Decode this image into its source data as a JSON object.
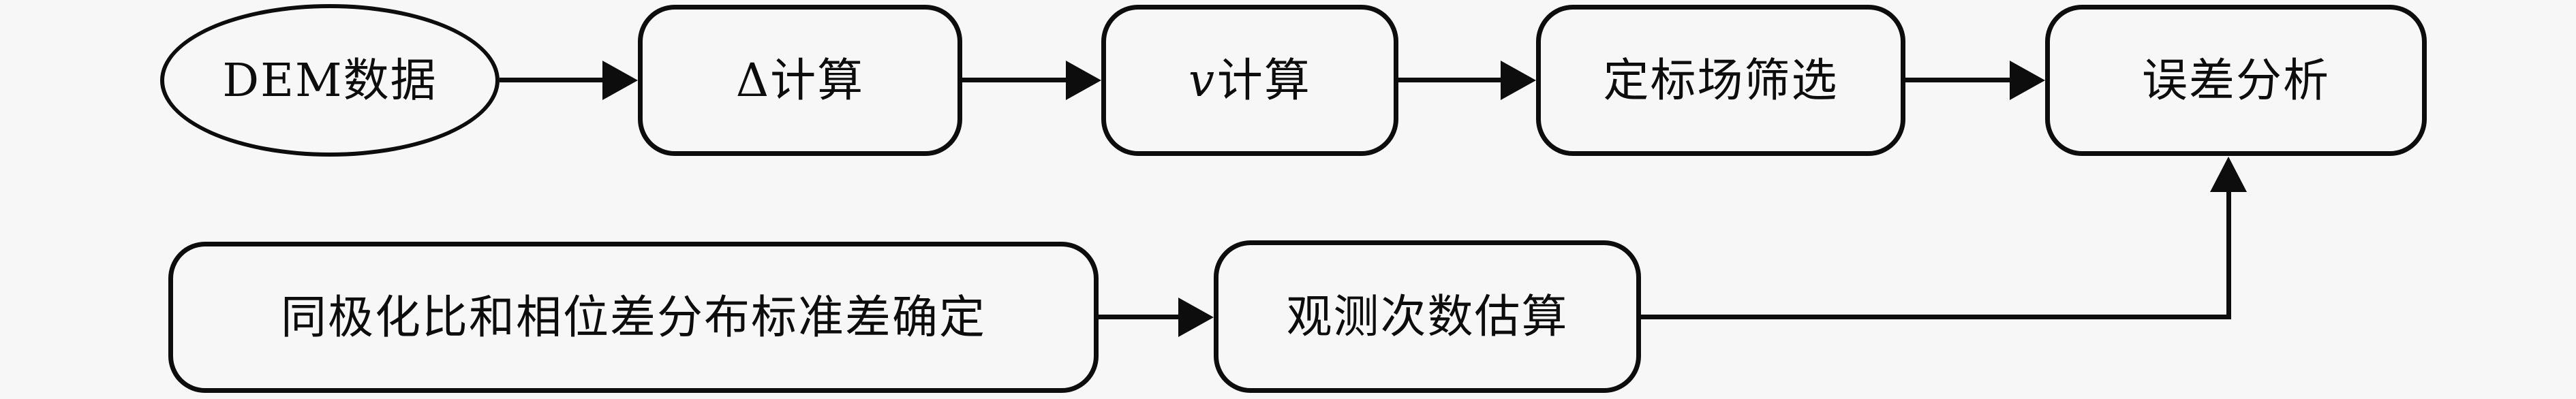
{
  "canvas": {
    "background_color": "#f7f7f7",
    "line_color": "#0d0d0d"
  },
  "nodes": [
    {
      "id": "dem-data",
      "shape": "ellipse",
      "label": "DEM数据"
    },
    {
      "id": "delta-calc",
      "shape": "rounded-rect",
      "label": "Δ计算"
    },
    {
      "id": "v-calc",
      "shape": "rounded-rect",
      "italic_prefix": "v",
      "label": "计算"
    },
    {
      "id": "calibration-site-screening",
      "shape": "rounded-rect",
      "label": "定标场筛选"
    },
    {
      "id": "error-analysis",
      "shape": "rounded-rect",
      "label": "误差分析"
    },
    {
      "id": "copol-ratio-phase-std-determination",
      "shape": "rounded-rect",
      "label": "同极化比和相位差分布标准差确定"
    },
    {
      "id": "observation-count-estimation",
      "shape": "rounded-rect",
      "label": "观测次数估算"
    }
  ],
  "edges": [
    {
      "from": "dem-data",
      "to": "delta-calc",
      "style": "straight-right"
    },
    {
      "from": "delta-calc",
      "to": "v-calc",
      "style": "straight-right"
    },
    {
      "from": "v-calc",
      "to": "calibration-site-screening",
      "style": "straight-right"
    },
    {
      "from": "calibration-site-screening",
      "to": "error-analysis",
      "style": "straight-right"
    },
    {
      "from": "copol-ratio-phase-std-determination",
      "to": "observation-count-estimation",
      "style": "straight-right"
    },
    {
      "from": "observation-count-estimation",
      "to": "error-analysis",
      "style": "right-then-up"
    }
  ]
}
